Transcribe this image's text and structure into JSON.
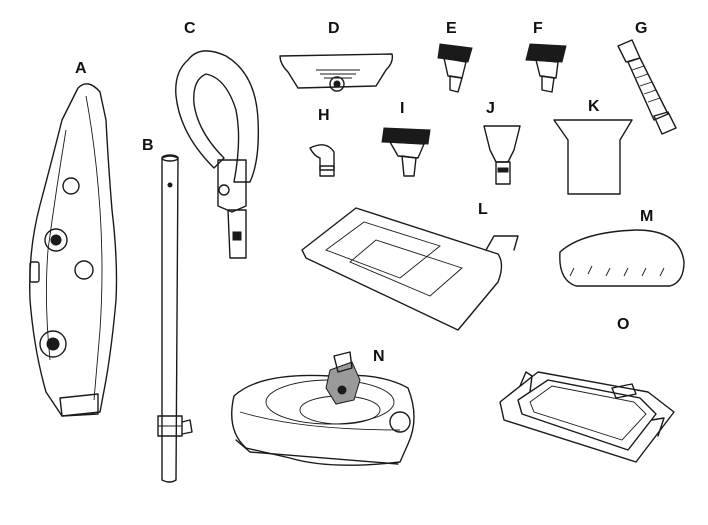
{
  "parts": [
    {
      "key": "A",
      "label": "A"
    },
    {
      "key": "B",
      "label": "B"
    },
    {
      "key": "C",
      "label": "C"
    },
    {
      "key": "D",
      "label": "D"
    },
    {
      "key": "E",
      "label": "E"
    },
    {
      "key": "F",
      "label": "F"
    },
    {
      "key": "G",
      "label": "G"
    },
    {
      "key": "H",
      "label": "H"
    },
    {
      "key": "I",
      "label": "I"
    },
    {
      "key": "J",
      "label": "J"
    },
    {
      "key": "K",
      "label": "K"
    },
    {
      "key": "L",
      "label": "L"
    },
    {
      "key": "M",
      "label": "M"
    },
    {
      "key": "N",
      "label": "N"
    },
    {
      "key": "O",
      "label": "O"
    }
  ]
}
